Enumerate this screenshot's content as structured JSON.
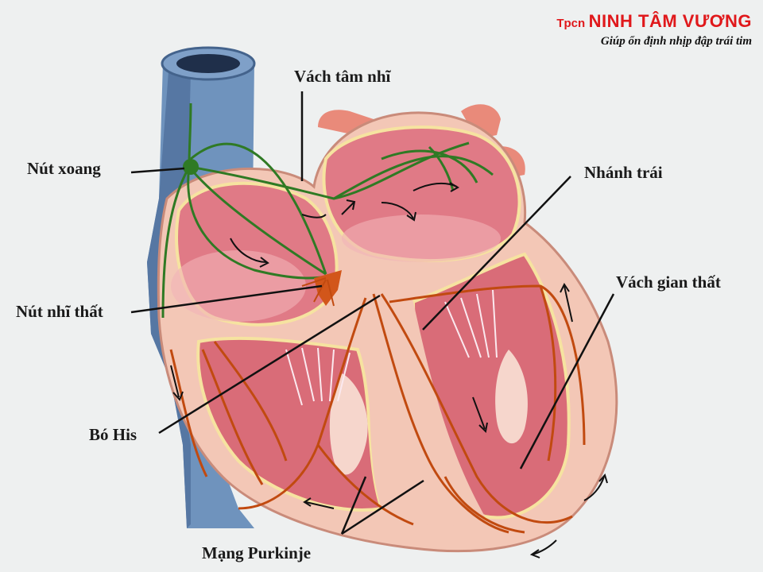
{
  "brand": {
    "prefix": "Tpcn",
    "name": "NINH TÂM VƯƠNG",
    "tagline": "Giúp ổn định nhịp đập trái tim"
  },
  "labels": {
    "vach_tam_nhi": "Vách tâm nhĩ",
    "nut_xoang": "Nút xoang",
    "nhanh_trai": "Nhánh trái",
    "vach_gian_that": "Vách gian thất",
    "nut_nhi_that": "Nút nhĩ thất",
    "bo_his": "Bó His",
    "mang_purkinje": "Mạng Purkinje"
  },
  "colors": {
    "vein": "#6f93bd",
    "atrium": "#e07a86",
    "heart_wall": "#f3c7b6",
    "ventricle": "#d96c78",
    "conduction_green": "#2f7a24",
    "conduction_orange": "#c14a10",
    "brand_red": "#e0181b"
  }
}
